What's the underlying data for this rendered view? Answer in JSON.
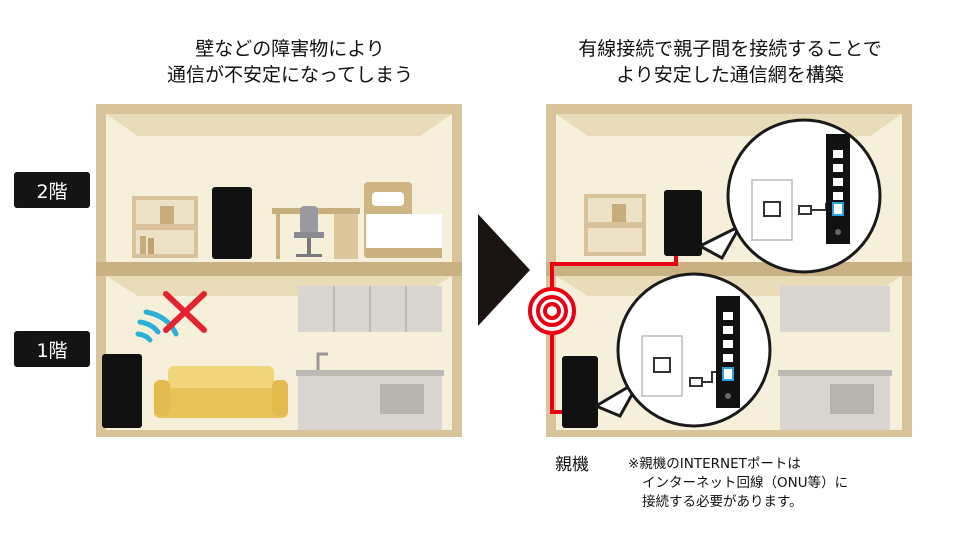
{
  "left_caption": {
    "line1": "壁などの障害物により",
    "line2": "通信が不安定になってしまう"
  },
  "right_caption": {
    "line1": "有線接続で親子間を接続することで",
    "line2": "より安定した通信網を構築"
  },
  "floor_labels": {
    "second": "2階",
    "first": "1階"
  },
  "parent_label": "親機",
  "footnote": {
    "line1": "※親機のINTERNETポートは",
    "line2": "インターネット回線（ONU等）に",
    "line3": "接続する必要があります。"
  },
  "colors": {
    "wall": "#d8c39a",
    "room": "#f6efd9",
    "wire": "#e60012",
    "device": "#111111",
    "cross": "#e0232f",
    "wifi": "#2bb0d6"
  }
}
